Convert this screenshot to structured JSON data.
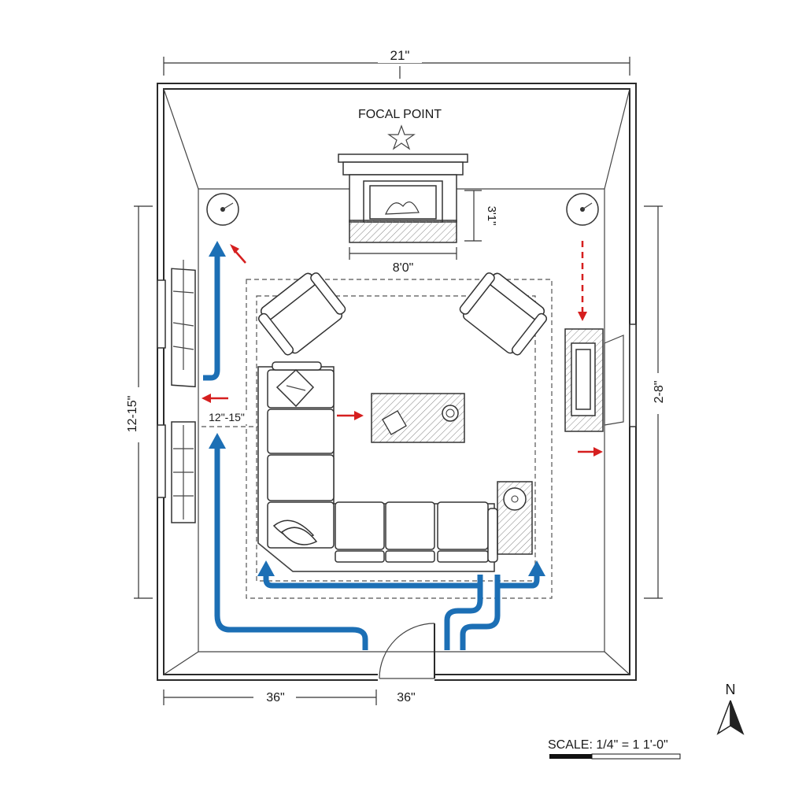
{
  "labels": {
    "focal_point": "FOCAL POINT",
    "top_width": "21\"",
    "left_height": "12-15\"",
    "right_height": "2-8\"",
    "fireplace_width": "8'0\"",
    "fireplace_depth": "3'1\"",
    "walkway_clearance": "12\"-15\"",
    "bottom_left_dim": "36\"",
    "door_width": "36\"",
    "north": "N",
    "scale": "SCALE: 1/4\" = 1 1'-0\""
  },
  "colors": {
    "traffic_flow": "#1c6fb5",
    "clearance_arrow": "#d61f1f",
    "line": "#2a2a2a"
  },
  "icons": {
    "focal": "star-icon",
    "compass": "north-arrow-icon"
  }
}
